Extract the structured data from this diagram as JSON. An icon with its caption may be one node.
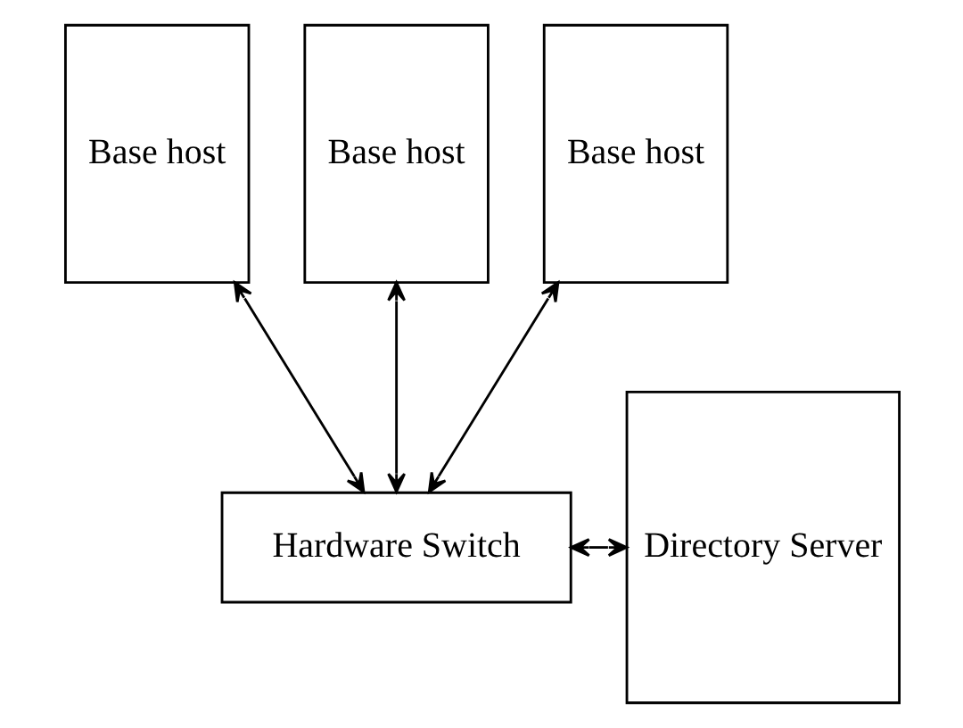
{
  "diagram": {
    "nodes": [
      {
        "text": [
          "Base host"
        ]
      },
      {
        "text": [
          "Base host"
        ]
      },
      {
        "text": [
          "Base host"
        ]
      },
      {
        "text": [
          "Hardware Switch"
        ]
      },
      {
        "text": [
          "Directory Server"
        ]
      }
    ],
    "edges": [
      {
        "from": 0,
        "to": 3,
        "arrow": "both"
      },
      {
        "from": 1,
        "to": 3,
        "arrow": "both"
      },
      {
        "from": 2,
        "to": 3,
        "arrow": "both"
      },
      {
        "from": 3,
        "to": 4,
        "arrow": "both"
      }
    ]
  }
}
